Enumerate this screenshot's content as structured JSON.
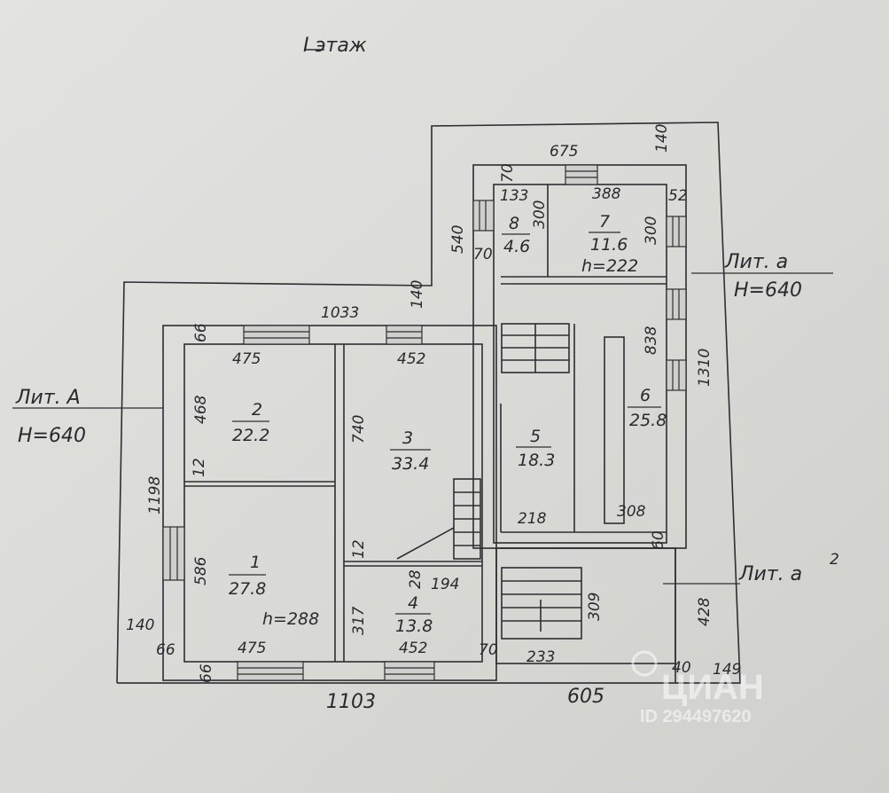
{
  "title": "I этаж",
  "lit_a_big": {
    "label": "Лит. А",
    "height": "Н=640"
  },
  "lit_a_small": {
    "label": "Лит. а",
    "height": "Н=640"
  },
  "lit_a2": {
    "label": "Лит. а",
    "sup": "2"
  },
  "rooms": [
    {
      "num": "1",
      "area": "27.8"
    },
    {
      "num": "2",
      "area": "22.2"
    },
    {
      "num": "3",
      "area": "33.4"
    },
    {
      "num": "4",
      "area": "13.8"
    },
    {
      "num": "5",
      "area": "18.3"
    },
    {
      "num": "6",
      "area": "25.8"
    },
    {
      "num": "7",
      "area": "11.6"
    },
    {
      "num": "8",
      "area": "4.6"
    }
  ],
  "heights": {
    "room1": "h=288",
    "room7": "h=222"
  },
  "dims": {
    "top_1033": "1033",
    "top_140": "140",
    "r2_top": "475",
    "r3_top": "452",
    "r2_left": "468",
    "r2_inner": "12",
    "left_1198": "1198",
    "r1_left": "586",
    "r1_bottom": "475",
    "left_140": "140",
    "left_66a": "66",
    "left_66b": "66",
    "top_66": "66",
    "r3_740": "740",
    "r4_12": "12",
    "r4_28": "28",
    "r4_194": "194",
    "r4_317": "317",
    "r4_bottom": "452",
    "n70": "70",
    "n233": "233",
    "n218": "218",
    "n308": "308",
    "n60": "60",
    "n309": "309",
    "n428": "428",
    "n838": "838",
    "n1310": "1310",
    "n40": "40",
    "n149": "149",
    "bottom_1103": "1103",
    "bottom_605": "605",
    "top_675": "675",
    "top_140b": "140",
    "n70b": "70",
    "n133": "133",
    "n300a": "300",
    "n388": "388",
    "n52": "52",
    "n300b": "300",
    "n540": "540",
    "n70c": "70"
  },
  "watermark": {
    "brand": "ЦИАН",
    "id": "ID 294497620"
  }
}
